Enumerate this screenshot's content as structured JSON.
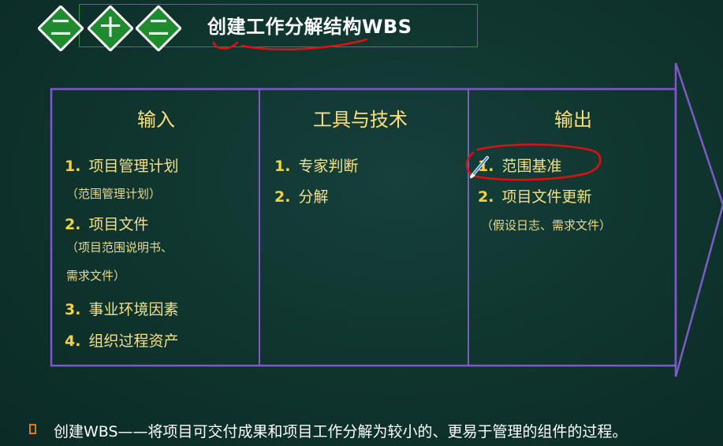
{
  "header": {
    "diamonds": [
      "二",
      "十",
      "二"
    ],
    "title": "创建工作分解结构WBS"
  },
  "columns": {
    "input": {
      "title": "输入",
      "items": [
        {
          "num": "1.",
          "label": "项目管理计划"
        },
        {
          "num": "2.",
          "label": "项目文件"
        },
        {
          "num": "3.",
          "label": "事业环境因素"
        },
        {
          "num": "4.",
          "label": "组织过程资产"
        }
      ],
      "notes": [
        "（范围管理计划）",
        "（项目范围说明书、",
        "需求文件）"
      ]
    },
    "tools": {
      "title": "工具与技术",
      "items": [
        {
          "num": "1.",
          "label": "专家判断"
        },
        {
          "num": "2.",
          "label": "分解"
        }
      ]
    },
    "output": {
      "title": "输出",
      "items": [
        {
          "num": "1.",
          "label": "范围基准"
        },
        {
          "num": "2.",
          "label": "项目文件更新"
        }
      ],
      "notes": [
        "（假设日志、需求文件）"
      ]
    }
  },
  "footer": {
    "text": "创建WBS——将项目可交付成果和项目工作分解为较小的、更易于管理的组件的过程。"
  },
  "colors": {
    "background": "#0f332d",
    "panel_border": "#7b5cc4",
    "title_border": "#2f8f49",
    "diamond_fill": "#1f8a2e",
    "annotation_red": "#e01010",
    "text_yellow": "#f2e08c",
    "bullet_orange": "#e07c10"
  }
}
